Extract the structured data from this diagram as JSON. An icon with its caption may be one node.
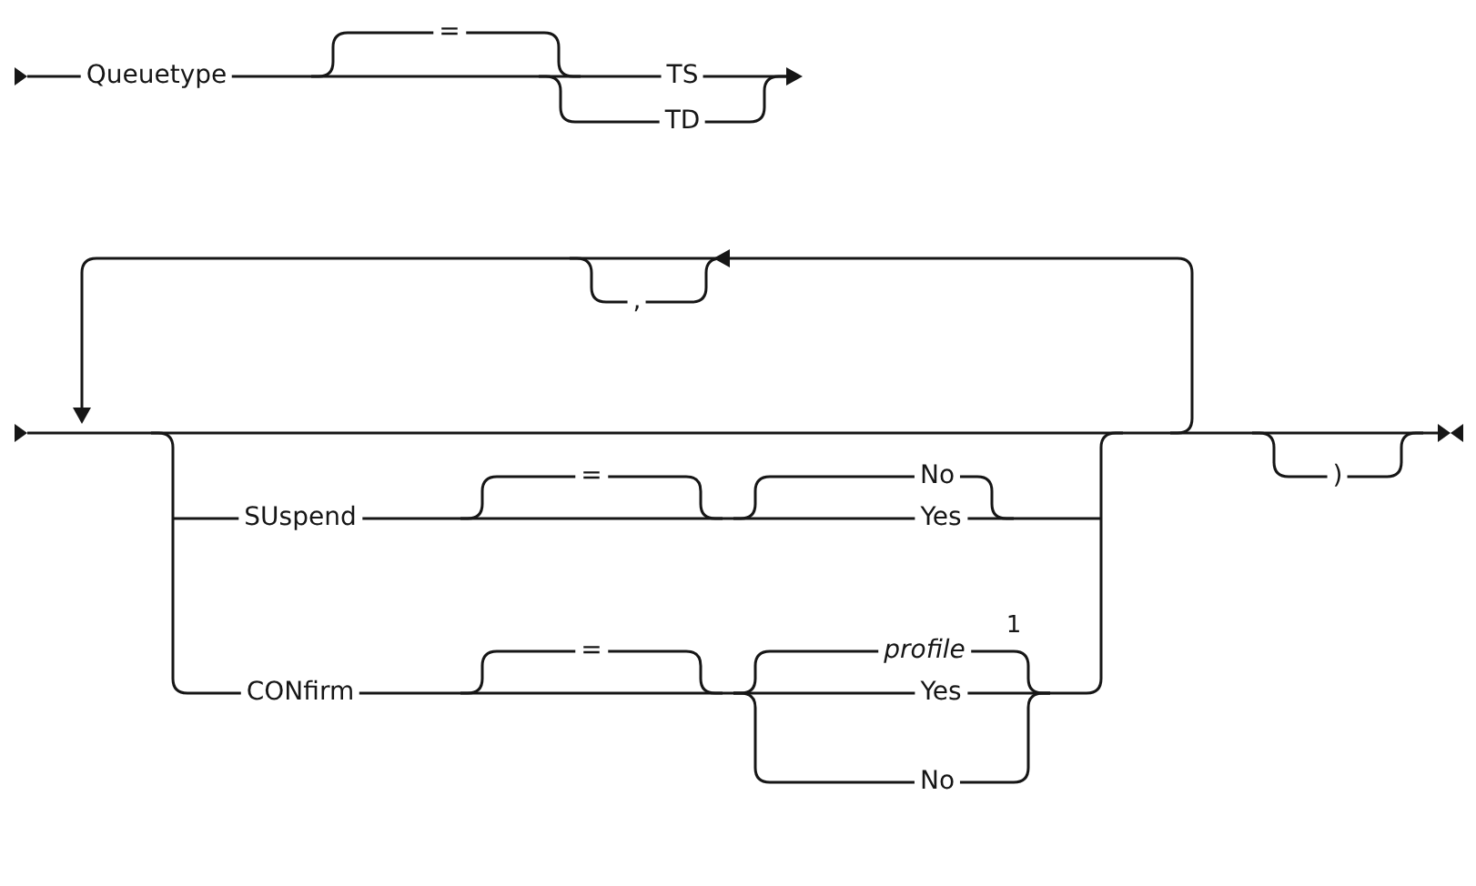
{
  "diagram": {
    "labels": [
      "Queuetype",
      "=",
      "TS",
      "TD",
      ",",
      "SUspend",
      "=",
      "No",
      "Yes",
      ")",
      "CONfirm",
      "=",
      "profile",
      "1",
      "Yes",
      "No"
    ]
  }
}
